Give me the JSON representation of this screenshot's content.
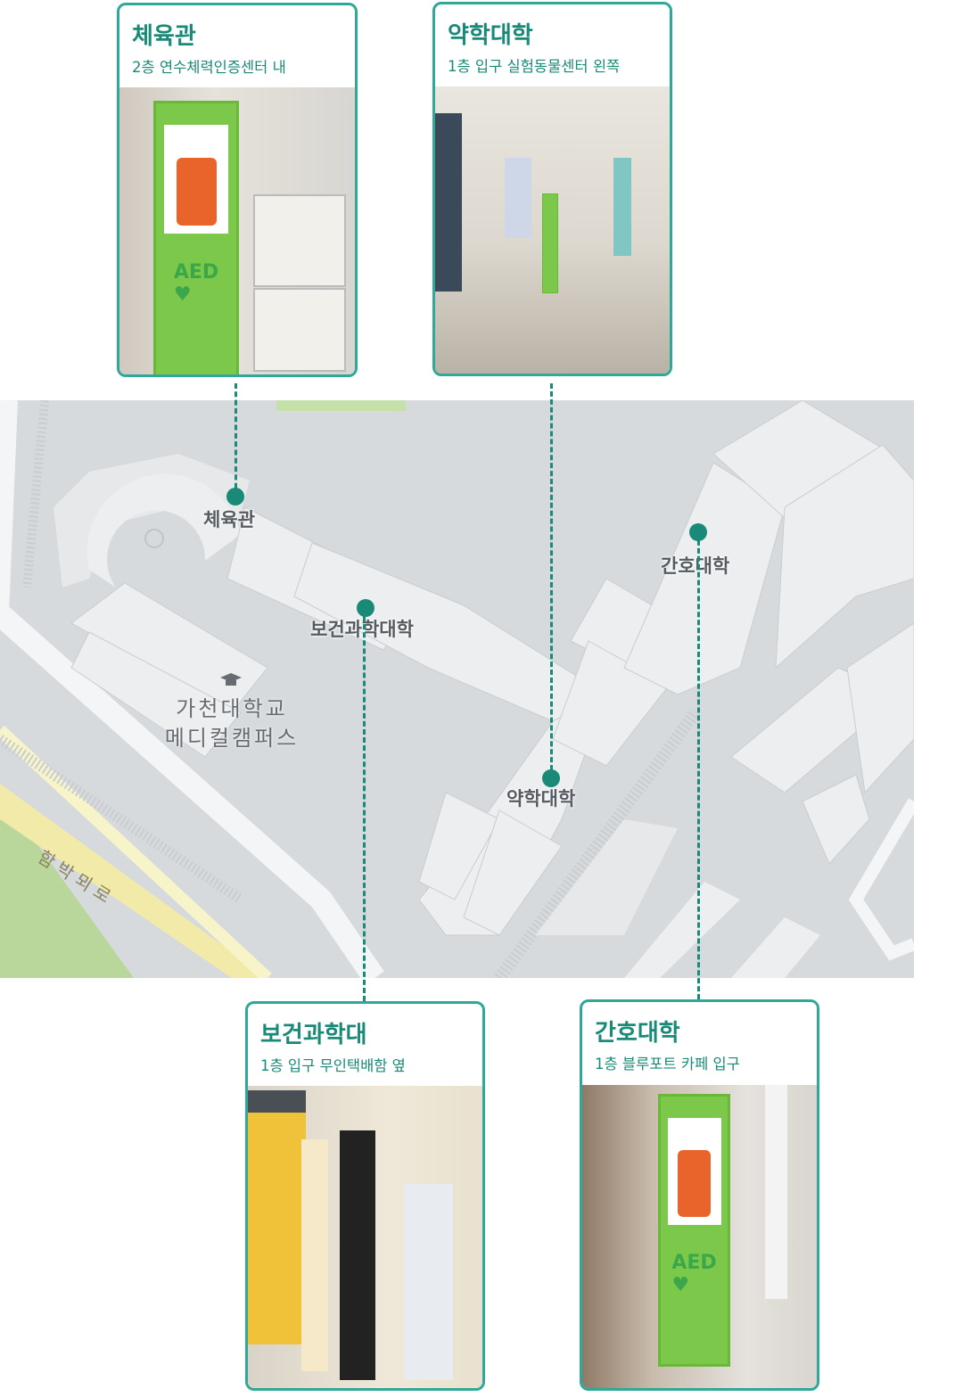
{
  "map": {
    "campus_name_line1": "가천대학교",
    "campus_name_line2": "메디컬캠퍼스",
    "road_name": "함박뫼로",
    "campus_icon": "graduation-cap-icon",
    "labels": {
      "gym": "체육관",
      "health_science": "보건과학대학",
      "pharmacy": "약학대학",
      "nursing": "간호대학"
    }
  },
  "cards": [
    {
      "title": "체육관",
      "location": "2층 연수체력인증센터 내"
    },
    {
      "title": "약학대학",
      "location": "1층 입구 실험동물센터 왼쪽"
    },
    {
      "title": "보건과학대",
      "location": "1층 입구 무인택배함 옆"
    },
    {
      "title": "간호대학",
      "location": "1층 블루포트 카페 입구"
    }
  ],
  "colors": {
    "accent": "#1a8a78",
    "border": "#2fa898",
    "map_bg": "#d6dadd",
    "building": "#eceeef"
  }
}
